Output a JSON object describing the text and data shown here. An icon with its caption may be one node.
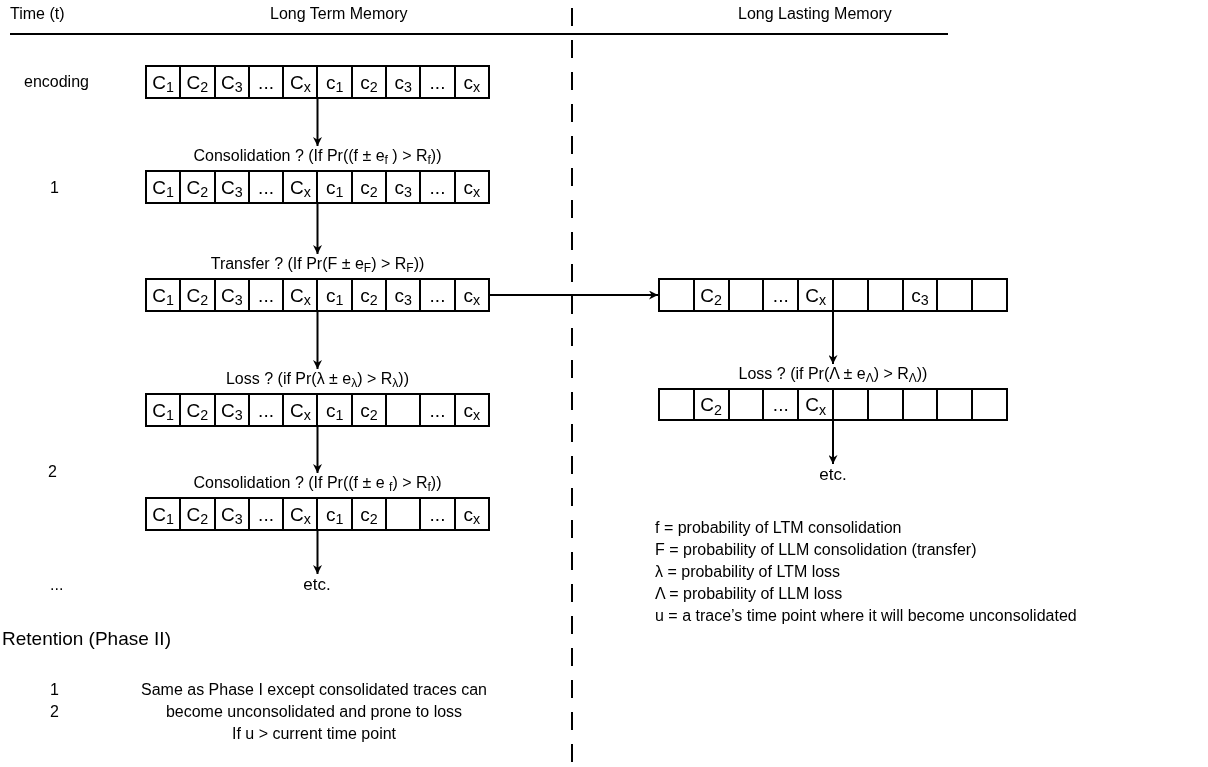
{
  "diagram": {
    "nodes": [
      {
        "text": [],
        "shape": "box"
      },
      {
        "text": [
          "C$_{1}$"
        ],
        "in": 0
      },
      {
        "text": [
          "C$_{2}$"
        ],
        "in": 0
      },
      {
        "text": [
          "C$_{3}$"
        ],
        "in": 0
      },
      {
        "text": [
          "..."
        ],
        "in": 0
      },
      {
        "text": [
          "C$_{x}$"
        ],
        "in": 0
      },
      {
        "text": [
          "c$_{1}$"
        ],
        "in": 0
      },
      {
        "text": [
          "c$_{2}$"
        ],
        "in": 0
      },
      {
        "text": [
          "c$_{3}$"
        ],
        "in": 0
      },
      {
        "text": [
          "..."
        ],
        "in": 0
      },
      {
        "text": [
          "c$_{x}$"
        ],
        "in": 0
      },
      {
        "text": [
          "Consolidation ? (If Pr((f ± e$_{f}$ ) > R$_{f}$))"
        ]
      },
      {
        "text": [
          "C$_{1}$"
        ],
        "in": 11
      },
      {
        "text": [
          "C$_{2}$"
        ],
        "in": 11
      },
      {
        "text": [
          "C$_{3}$"
        ],
        "in": 11
      },
      {
        "text": [
          "..."
        ],
        "in": 11
      },
      {
        "text": [
          "C$_{x}$"
        ],
        "in": 11
      },
      {
        "text": [
          "c$_{1}$"
        ],
        "in": 11
      },
      {
        "text": [
          "c$_{2}$"
        ],
        "in": 11
      },
      {
        "text": [
          "c$_{3}$"
        ],
        "in": 11
      },
      {
        "text": [
          "..."
        ],
        "in": 11
      },
      {
        "text": [
          "c$_{x}$"
        ],
        "in": 11
      },
      {
        "text": [
          "Transfer ? (If Pr(F ± e$_{F}$) > R$_{F}$))"
        ]
      },
      {
        "text": [
          "C$_{1}$"
        ],
        "in": 22
      },
      {
        "text": [
          "C$_{2}$"
        ],
        "in": 22
      },
      {
        "text": [
          "C$_{3}$"
        ],
        "in": 22
      },
      {
        "text": [
          "..."
        ],
        "in": 22
      },
      {
        "text": [
          "C$_{x}$"
        ],
        "in": 22
      },
      {
        "text": [
          "c$_{1}$"
        ],
        "in": 22
      },
      {
        "text": [
          "c$_{2}$"
        ],
        "in": 22
      },
      {
        "text": [
          "c$_{3}$"
        ],
        "in": 22
      },
      {
        "text": [
          "..."
        ],
        "in": 22
      },
      {
        "text": [
          "c$_{x}$"
        ],
        "in": 22
      },
      {
        "text": [
          "Loss ? (if Pr(λ ± e$_{λ}$) > R$_{λ}$))"
        ]
      },
      {
        "text": [
          "C$_{1}$"
        ],
        "in": 33
      },
      {
        "text": [
          "C$_{2}$"
        ],
        "in": 33
      },
      {
        "text": [
          "C$_{3}$"
        ],
        "in": 33
      },
      {
        "text": [
          "..."
        ],
        "in": 33
      },
      {
        "text": [
          "C$_{x}$"
        ],
        "in": 33
      },
      {
        "text": [
          "c$_{1}$"
        ],
        "in": 33
      },
      {
        "text": [
          "c$_{2}$"
        ],
        "in": 33
      },
      {
        "text": [],
        "shape": "box",
        "in": 33
      },
      {
        "text": [
          "..."
        ],
        "in": 33
      },
      {
        "text": [
          "c$_{x}$"
        ],
        "in": 33
      },
      {
        "text": [
          "Consolidation ? (If Pr((f ± e $_{f}$) > R$_{f}$))"
        ]
      },
      {
        "text": [
          "C$_{1}$"
        ],
        "in": 44
      },
      {
        "text": [
          "C$_{2}$"
        ],
        "in": 44
      },
      {
        "text": [
          "C$_{3}$"
        ],
        "in": 44
      },
      {
        "text": [
          "..."
        ],
        "in": 44
      },
      {
        "text": [
          "C$_{x}$"
        ],
        "in": 44
      },
      {
        "text": [
          "c$_{1}$"
        ],
        "in": 44
      },
      {
        "text": [
          "c$_{2}$"
        ],
        "in": 44
      },
      {
        "text": [],
        "shape": "box",
        "in": 44
      },
      {
        "text": [
          "..."
        ],
        "in": 44
      },
      {
        "text": [
          "c$_{x}$"
        ],
        "in": 44
      },
      {
        "text": [
          "etc."
        ]
      },
      {
        "text": [],
        "shape": "box"
      },
      {
        "text": [],
        "shape": "box",
        "in": 56
      },
      {
        "text": [
          "C$_{2}$"
        ],
        "in": 56
      },
      {
        "text": [],
        "shape": "box",
        "in": 56
      },
      {
        "text": [
          "..."
        ],
        "in": 56
      },
      {
        "text": [
          "C$_{x}$"
        ],
        "in": 56
      },
      {
        "text": [],
        "shape": "box",
        "in": 56
      },
      {
        "text": [],
        "shape": "box",
        "in": 56
      },
      {
        "text": [
          "c$_{3}$"
        ],
        "in": 56
      },
      {
        "text": [],
        "shape": "box",
        "in": 56
      },
      {
        "text": [],
        "shape": "box",
        "in": 56
      },
      {
        "text": [
          "Loss ? (if Pr(Λ ± e$_{Λ}$) > R$_{Λ}$))"
        ]
      },
      {
        "text": [],
        "shape": "box",
        "in": 67
      },
      {
        "text": [
          "C$_{2}$"
        ],
        "in": 67
      },
      {
        "text": [],
        "shape": "box",
        "in": 67
      },
      {
        "text": [
          "..."
        ],
        "in": 67
      },
      {
        "text": [
          "C$_{x}$"
        ],
        "in": 67
      },
      {
        "text": [],
        "shape": "box",
        "in": 67
      },
      {
        "text": [],
        "shape": "box",
        "in": 67
      },
      {
        "text": [],
        "shape": "box",
        "in": 67
      },
      {
        "text": [],
        "shape": "box",
        "in": 67
      },
      {
        "text": [],
        "shape": "box",
        "in": 67
      },
      {
        "text": [
          "etc."
        ]
      }
    ],
    "edges": [
      {
        "from": 0,
        "to": 11,
        "arrow": "to"
      },
      {
        "from": 11,
        "to": 22,
        "arrow": "to"
      },
      {
        "from": 22,
        "to": 33,
        "arrow": "to"
      },
      {
        "from": 33,
        "to": 44,
        "arrow": "to"
      },
      {
        "from": 44,
        "to": 55,
        "arrow": "to"
      },
      {
        "from": 22,
        "to": 56,
        "arrow": "to"
      },
      {
        "from": 56,
        "to": 67,
        "arrow": "to"
      },
      {
        "from": 67,
        "to": 78,
        "arrow": "to"
      }
    ],
    "labels": [
      "Time (t)",
      "Long Term Memory",
      "Long Lasting Memory",
      "encoding",
      "1",
      "2",
      "...",
      "f = probability of LTM consolidation",
      "F = probability of LLM consolidation (transfer)",
      "λ = probability of LTM loss",
      "Λ = probability of LLM loss",
      "u = a trace’s time point where it will become unconsolidated",
      "Retention (Phase II)",
      "1",
      "Same as Phase I except consolidated traces can",
      "2",
      "become unconsolidated and prone to loss",
      "If u > current time point"
    ]
  }
}
